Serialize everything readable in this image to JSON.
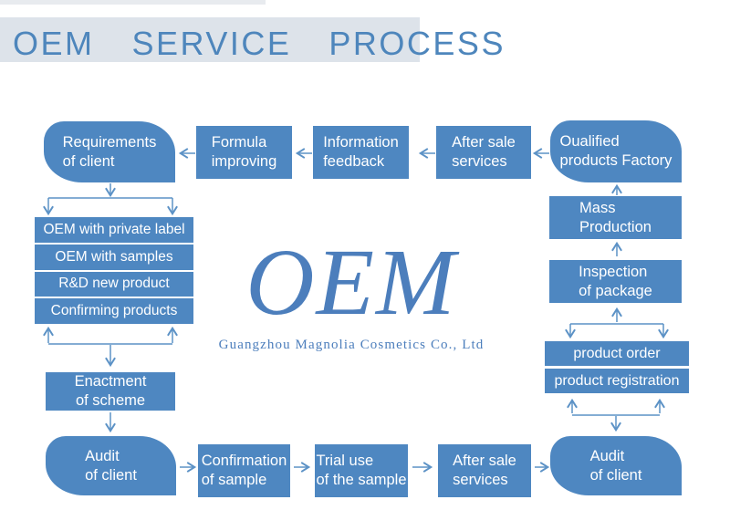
{
  "header": {
    "title": "OEM  SERVICE  PROCESS"
  },
  "logo": {
    "main": "OEM",
    "subtitle": "Guangzhou Magnolia Cosmetics Co., Ltd"
  },
  "colors": {
    "node_fill": "#4e87c1",
    "arrow": "#5c92c6",
    "title_bar": "#dde3ea",
    "title_text": "#4e86bc",
    "logo_text": "#4c7ebc",
    "node_text": "#ffffff"
  },
  "nodes": {
    "requirements": "Requirements\nof client",
    "formula": "Formula\nimproving",
    "information": "Information\nfeedback",
    "after_sale_top": "After sale\nservices",
    "factory": "Oualified\nproducts Factory",
    "enactment": "Enactment\nof scheme",
    "audit_left": "Audit\nof client",
    "confirmation": "Confirmation\nof sample",
    "trial": "Trial use\nof the sample",
    "after_sale_bottom": "After sale\nservices",
    "audit_right": "Audit\nof client",
    "mass_production": "Mass\nProduction",
    "inspection": "Inspection\nof package"
  },
  "left_stack": {
    "items": [
      "OEM with private label",
      "OEM with samples",
      "R&D new product",
      "Confirming products"
    ]
  },
  "right_stack": {
    "items": [
      "product order",
      "product registration"
    ]
  }
}
